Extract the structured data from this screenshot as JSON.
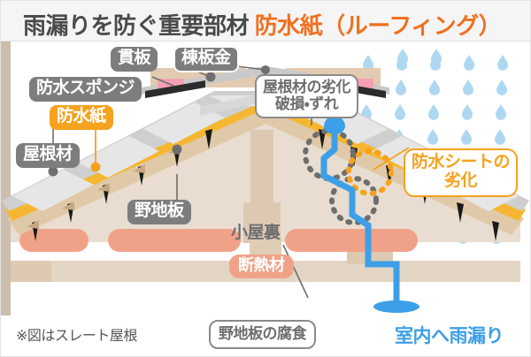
{
  "header": {
    "title_main": "雨漏りを防ぐ重要部材",
    "title_accent": "防水紙（ルーフィング）"
  },
  "colors": {
    "accent_orange": "#f07020",
    "chip_gray": "#7d7d7d",
    "chip_orange": "#f5a21e",
    "chip_salmon": "#f0a288",
    "water_blue": "#3d9fe8",
    "raindrop_blue": "#aed8f2",
    "sheathing_tan": "#e0c9a8",
    "roofing_yellow": "#f5b731",
    "roof_material_gray": "#d8d8d8",
    "wall_beige": "#e8ddd0",
    "left_bar": "#cdbdab"
  },
  "labels": {
    "nukiita": "貫板",
    "munebankin": "棟板金",
    "bousui_sponge": "防水スポンジ",
    "bousuishi": "防水紙",
    "yanezai": "屋根材",
    "nojiita": "野地板",
    "koyaura": "小屋裏",
    "dannetsuzai": "断熱材"
  },
  "callouts": {
    "roof_degrade_line1": "屋根材の劣化",
    "roof_degrade_line2": "破損・ずれ",
    "sheet_degrade_line1": "防水シートの",
    "sheet_degrade_line2": "劣化",
    "nojiita_rot": "野地板の腐食"
  },
  "leak": {
    "indoor_leak_text": "室内へ雨漏り"
  },
  "footer": {
    "note": "※図はスレート屋根"
  },
  "icons": {
    "raindrop": "raindrop-icon",
    "nail": "nail-icon",
    "leak-drop": "leak-drop-icon"
  }
}
